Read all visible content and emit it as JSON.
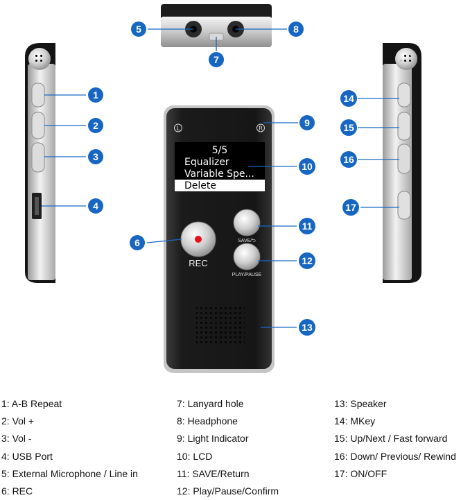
{
  "lcd": {
    "page": "5/5",
    "lines": [
      "Equalizer",
      "Variable Spe...",
      "Delete"
    ],
    "selected_index": 2
  },
  "buttons": {
    "save_label": "SAVE/⮌",
    "play_label": "PLAY/PAUSE",
    "rec_label": "REC"
  },
  "indicators": {
    "left": "L",
    "right": "R"
  },
  "callouts": [
    {
      "num": "1"
    },
    {
      "num": "2"
    },
    {
      "num": "3"
    },
    {
      "num": "4"
    },
    {
      "num": "5"
    },
    {
      "num": "6"
    },
    {
      "num": "7"
    },
    {
      "num": "8"
    },
    {
      "num": "9"
    },
    {
      "num": "10"
    },
    {
      "num": "11"
    },
    {
      "num": "12"
    },
    {
      "num": "13"
    },
    {
      "num": "14"
    },
    {
      "num": "15"
    },
    {
      "num": "16"
    },
    {
      "num": "17"
    }
  ],
  "colors": {
    "callout": "#1767c2",
    "device_body": "#1a1a1a",
    "rec_dot": "#e8101a"
  },
  "legend": [
    [
      "1: A-B Repeat",
      "2: Vol +",
      "3: Vol -",
      "4: USB Port",
      "5: External Microphone / Line in",
      "6: REC"
    ],
    [
      "7: Lanyard hole",
      "8: Headphone",
      "9: Light Indicator",
      "10: LCD",
      "11: SAVE/Return",
      "12: Play/Pause/Confirm"
    ],
    [
      "13: Speaker",
      "14: MKey",
      "15: Up/Next / Fast forward",
      "16: Down/ Previous/ Rewind",
      "17: ON/OFF"
    ]
  ]
}
